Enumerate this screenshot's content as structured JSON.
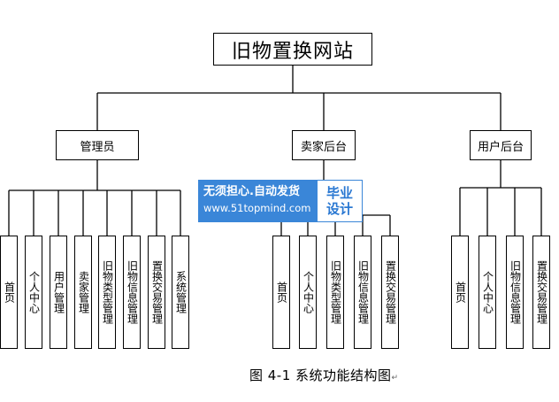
{
  "root": {
    "label": "旧物置换网站"
  },
  "groups": [
    {
      "label": "管理员",
      "children": [
        "首页",
        "个人中心",
        "用户管理",
        "卖家管理",
        "旧物类型管理",
        "旧物信息管理",
        "置换交易管理",
        "系统管理"
      ]
    },
    {
      "label": "卖家后台",
      "children": [
        "首页",
        "个人中心",
        "旧物类型管理",
        "旧物信息管理",
        "置换交易管理"
      ]
    },
    {
      "label": "用户后台",
      "children": [
        "首页",
        "个人中心",
        "旧物信息管理",
        "置换交易管理"
      ]
    }
  ],
  "caption": {
    "text": "图 4-1  系统功能结构图",
    "mark": "↵"
  },
  "watermark": {
    "line1": "无须担心.自动发货",
    "line2": "www.51topmind.com",
    "badge1": "毕业",
    "badge2": "设计"
  },
  "colors": {
    "watermark_blue": "#3a86d8",
    "line": "#000000"
  }
}
